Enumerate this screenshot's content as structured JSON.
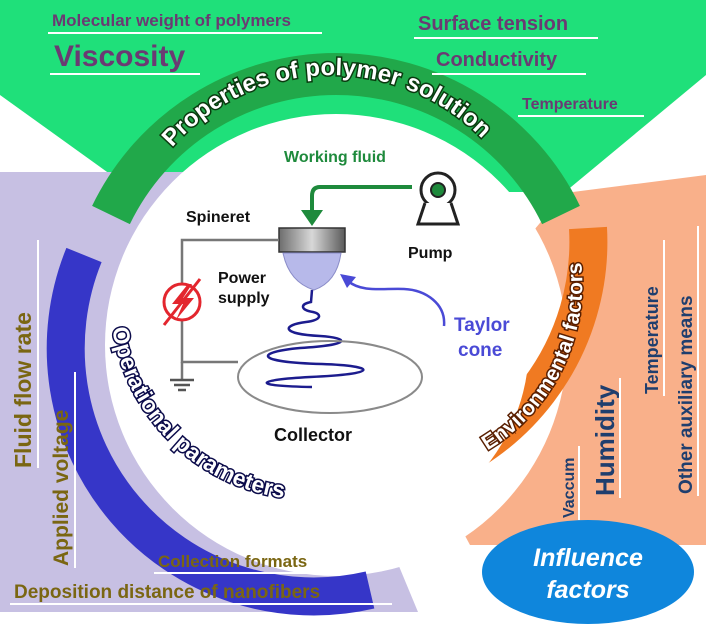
{
  "polymer": {
    "heading": "Properties of polymer solution",
    "molecular_weight": "Molecular weight of polymers",
    "viscosity": "Viscosity",
    "surface_tension": "Surface tension",
    "conductivity": "Conductivity",
    "temperature": "Temperature"
  },
  "operational": {
    "heading": "Operational parameters",
    "flow_rate": "Fluid flow rate",
    "voltage": "Applied voltage",
    "collection_formats": "Collection formats",
    "deposition_distance": "Deposition distance of nanofibers"
  },
  "environmental": {
    "heading": "Environmental factors",
    "vaccum": "Vaccum",
    "humidity": "Humidity",
    "temperature": "Temperature",
    "other_means": "Other auxiliary means"
  },
  "setup": {
    "working_fluid": "Working fluid",
    "spineret": "Spineret",
    "pump": "Pump",
    "power": "Power",
    "supply": "supply",
    "taylor": "Taylor",
    "cone": "cone",
    "collector": "Collector"
  },
  "badge": {
    "line1": "Influence",
    "line2": "factors"
  },
  "colors": {
    "polymer_green": "#1fe07a",
    "arc_green": "#21a84a",
    "operational_panel": "#c7c0e3",
    "arc_blue": "#3636c8",
    "env_panel": "#f9b08a",
    "arc_orange": "#f07a22",
    "badge_blue": "#0f86dc",
    "purple_text": "#6b3a73",
    "olive_text": "#7a6612",
    "navy_text": "#1f3e6e",
    "fluid_green": "#1e8a3c"
  }
}
